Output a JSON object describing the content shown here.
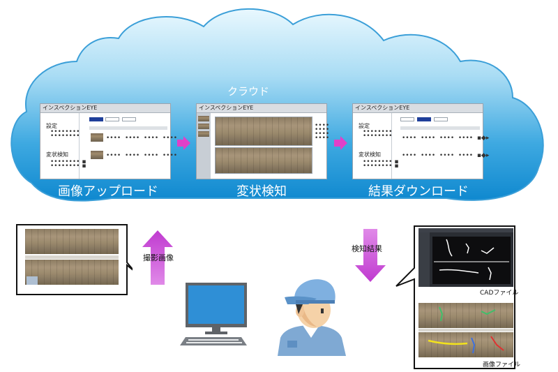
{
  "cloud": {
    "title": "クラウド",
    "steps": [
      {
        "caption": "画像アップロード"
      },
      {
        "caption": "変状検知"
      },
      {
        "caption": "結果ダウンロード"
      }
    ]
  },
  "windows": {
    "app_title": "インスペクションEYE",
    "settings_label": "設定",
    "detection_label": "変状検知"
  },
  "local": {
    "upload_label": "撮影画像",
    "result_label": "検知結果",
    "cad_file_label": "CADファイル",
    "image_file_label": "画像ファイル"
  },
  "colors": {
    "cloud_top": "#e4f5fd",
    "cloud_bottom": "#1492d4",
    "arrow_pink": "#e040c8",
    "arrow_purple": "#c050d8"
  },
  "icons": {
    "computer": "computer-icon",
    "worker": "worker-icon"
  }
}
